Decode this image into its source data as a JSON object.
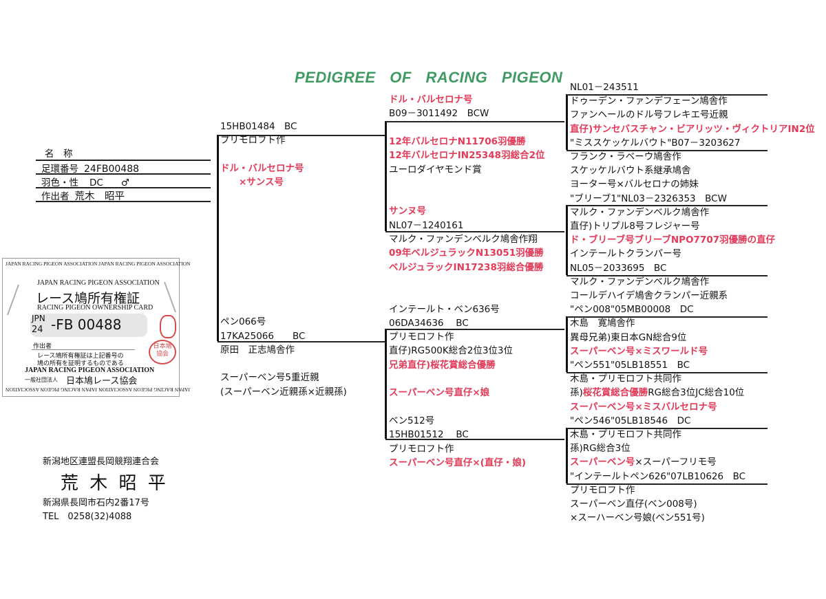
{
  "title": "PEDIGREE OF RACING PIGEON",
  "info": {
    "name_label": "名　称",
    "ring_label": "足環番号",
    "ring_value": "24FB00488",
    "color_sex_label": "羽色・性",
    "color_value": "DC",
    "sex_value": "♂",
    "breeder_label": "作出者",
    "breeder_value": "荒木　昭平"
  },
  "card": {
    "border_text_top": "JAPAN RACING PIGEON ASSOCIATION JAPAN RACING PIGEON ASSOCIATION",
    "border_text_bottom": "JAPAN RACING PIGEON ASSOCIATION JAPAN RACING PIGEON ASSOCIATION",
    "assoc_en": "JAPAN RACING PIGEON ASSOCIATION",
    "title_jp": "レース鳩所有権証",
    "title_en": "RACING PIGEON OWNERSHIP CARD",
    "jpn": "JPN",
    "year": "24",
    "ring": "-FB 00488",
    "breeder_label": "作出者",
    "note_line1": "レース鳩所有権証は上記番号の",
    "note_line2": "鳩の所有を証明するものである",
    "assoc_en2": "JAPAN RACING PIGEON ASSOCIATION",
    "assoc_jp_prefix": "一般社団法人",
    "assoc_jp": "日本鳩レース協会",
    "stamp_text": "日本鳩協会"
  },
  "col1": [
    [
      {
        "t": "15HB01484　BC"
      }
    ],
    [
      {
        "t": "プリモロフト作"
      }
    ],
    null,
    [
      {
        "t": "ドル・バルセロナ号",
        "red": true
      }
    ],
    [
      {
        "t": "　　×サンス号",
        "red": true
      }
    ],
    null,
    null,
    null,
    null,
    null,
    null,
    null,
    null,
    null,
    [
      {
        "t": "ペン066号"
      }
    ],
    [
      {
        "t": "17KA25066　　BC"
      }
    ],
    [
      {
        "t": "原田　正志鳩舎作"
      }
    ],
    null,
    [
      {
        "t": "スーパーベン号5重近親"
      }
    ],
    [
      {
        "t": "(スーパーベン近親孫×近親孫)"
      }
    ]
  ],
  "col2": [
    [
      {
        "t": "ドル・バルセロナ号",
        "red": true
      }
    ],
    [
      {
        "t": "B09－3011492　BCW"
      }
    ],
    null,
    [
      {
        "t": "12年バルセロナN11706羽優勝",
        "red": true
      }
    ],
    [
      {
        "t": "12年バルセロナIN25348羽総合2位",
        "red": true
      }
    ],
    [
      {
        "t": "ユーロダイヤモンド賞"
      }
    ],
    null,
    null,
    [
      {
        "t": "サンヌ号",
        "red": true
      }
    ],
    [
      {
        "t": "NL07－1240161"
      }
    ],
    [
      {
        "t": "マルク・ファンデンベルク鳩舎作翔"
      }
    ],
    [
      {
        "t": "09年ベルジュラックN13051羽優勝",
        "red": true
      }
    ],
    [
      {
        "t": "ベルジュラックIN17238羽総合優勝",
        "red": true
      }
    ],
    null,
    null,
    [
      {
        "t": "インテールト・ベン636号"
      }
    ],
    [
      {
        "t": "06DA34636　 BC"
      }
    ],
    [
      {
        "t": "プリモロフト作"
      }
    ],
    [
      {
        "t": "直仔)RG500K総合2位3位3位"
      }
    ],
    [
      {
        "t": "兄弟直仔)桜花賞総合優勝",
        "red": true
      }
    ],
    null,
    [
      {
        "t": "スーパーベン号直仔×娘",
        "red": true
      }
    ],
    null,
    [
      {
        "t": "ベン512号"
      }
    ],
    [
      {
        "t": "15HB01512　 BC"
      }
    ],
    [
      {
        "t": "プリモロフト作"
      }
    ],
    [
      {
        "t": "スーパーベン号直仔×(直仔・娘)",
        "red": true
      }
    ]
  ],
  "col3": [
    [
      {
        "t": "NL01－243511"
      }
    ],
    [
      {
        "t": "ドゥーデン・ファンデフェーン鳩舎作"
      }
    ],
    [
      {
        "t": "ファンヘールのドル号フレキエ号近親"
      }
    ],
    [
      {
        "t": "直仔)サンセバスチャン・ビアリッツ・ヴィクトリアIN2位",
        "red": true
      }
    ],
    [
      {
        "t": "\"ミススケッケルバウト\"B07－3203627"
      }
    ],
    [
      {
        "t": "フランク・ラベーウ鳩舎作"
      }
    ],
    [
      {
        "t": "スケッケルバウト系継承鳩舎"
      }
    ],
    [
      {
        "t": "ヨーター号×バルセロナの姉妹"
      }
    ],
    [
      {
        "t": "\"ブリーブ1\"NL03－2326353　BCW"
      }
    ],
    [
      {
        "t": "マルク・ファンデンベルク鳩舎作"
      }
    ],
    [
      {
        "t": "直仔)トリプル8号フレジャー号"
      }
    ],
    [
      {
        "t": "ド・ブリーブ号ブリーブNPO7707羽優勝の直仔",
        "red": true
      }
    ],
    [
      {
        "t": "インテールトクランパー号"
      }
    ],
    [
      {
        "t": "NL05－2033695　BC"
      }
    ],
    [
      {
        "t": "マルク・ファンデンベルク鳩舎作"
      }
    ],
    [
      {
        "t": "コールデハイデ鳩舎クランパー近親系"
      }
    ],
    [
      {
        "t": "\"ペン008\"05MB00008　DC"
      }
    ],
    [
      {
        "t": "木島　寛鳩舎作"
      }
    ],
    [
      {
        "t": "異母兄弟)東日本GN総合9位"
      }
    ],
    [
      {
        "t": "スーパーベン号×ミスワールド号",
        "red": true
      }
    ],
    [
      {
        "t": "\"ペン551\"05LB18551　BC"
      }
    ],
    [
      {
        "t": "木島・プリモロフト共同作"
      }
    ],
    [
      {
        "t": "孫)"
      },
      {
        "t": "桜花賞総合優勝",
        "red": true
      },
      {
        "t": "RG総合3位JC総合10位"
      }
    ],
    [
      {
        "t": "スーパーベン号×ミスバルセロナ号",
        "red": true
      }
    ],
    [
      {
        "t": "\"ペン546\"05LB18546　DC"
      }
    ],
    [
      {
        "t": "木島・プリモロフト共同作"
      }
    ],
    [
      {
        "t": "孫)RG総合3位"
      }
    ],
    [
      {
        "t": "スーパーベン号",
        "red": true
      },
      {
        "t": "×スーパーフリモ号"
      }
    ],
    [
      {
        "t": "\"インテールトペン626\"07LB10626　BC"
      }
    ],
    [
      {
        "t": "プリモロフト作"
      }
    ],
    [
      {
        "t": "スーパーベン直仔(ベン008号)"
      }
    ],
    [
      {
        "t": "×スーハーベン号娘(ベン551号)"
      }
    ]
  ],
  "footer": {
    "club": "新潟地区連盟長岡競翔連合会",
    "owner": "荒 木 昭 平",
    "address": "新潟県長岡市石内2番17号",
    "tel": "TEL　0258(32)4088"
  }
}
